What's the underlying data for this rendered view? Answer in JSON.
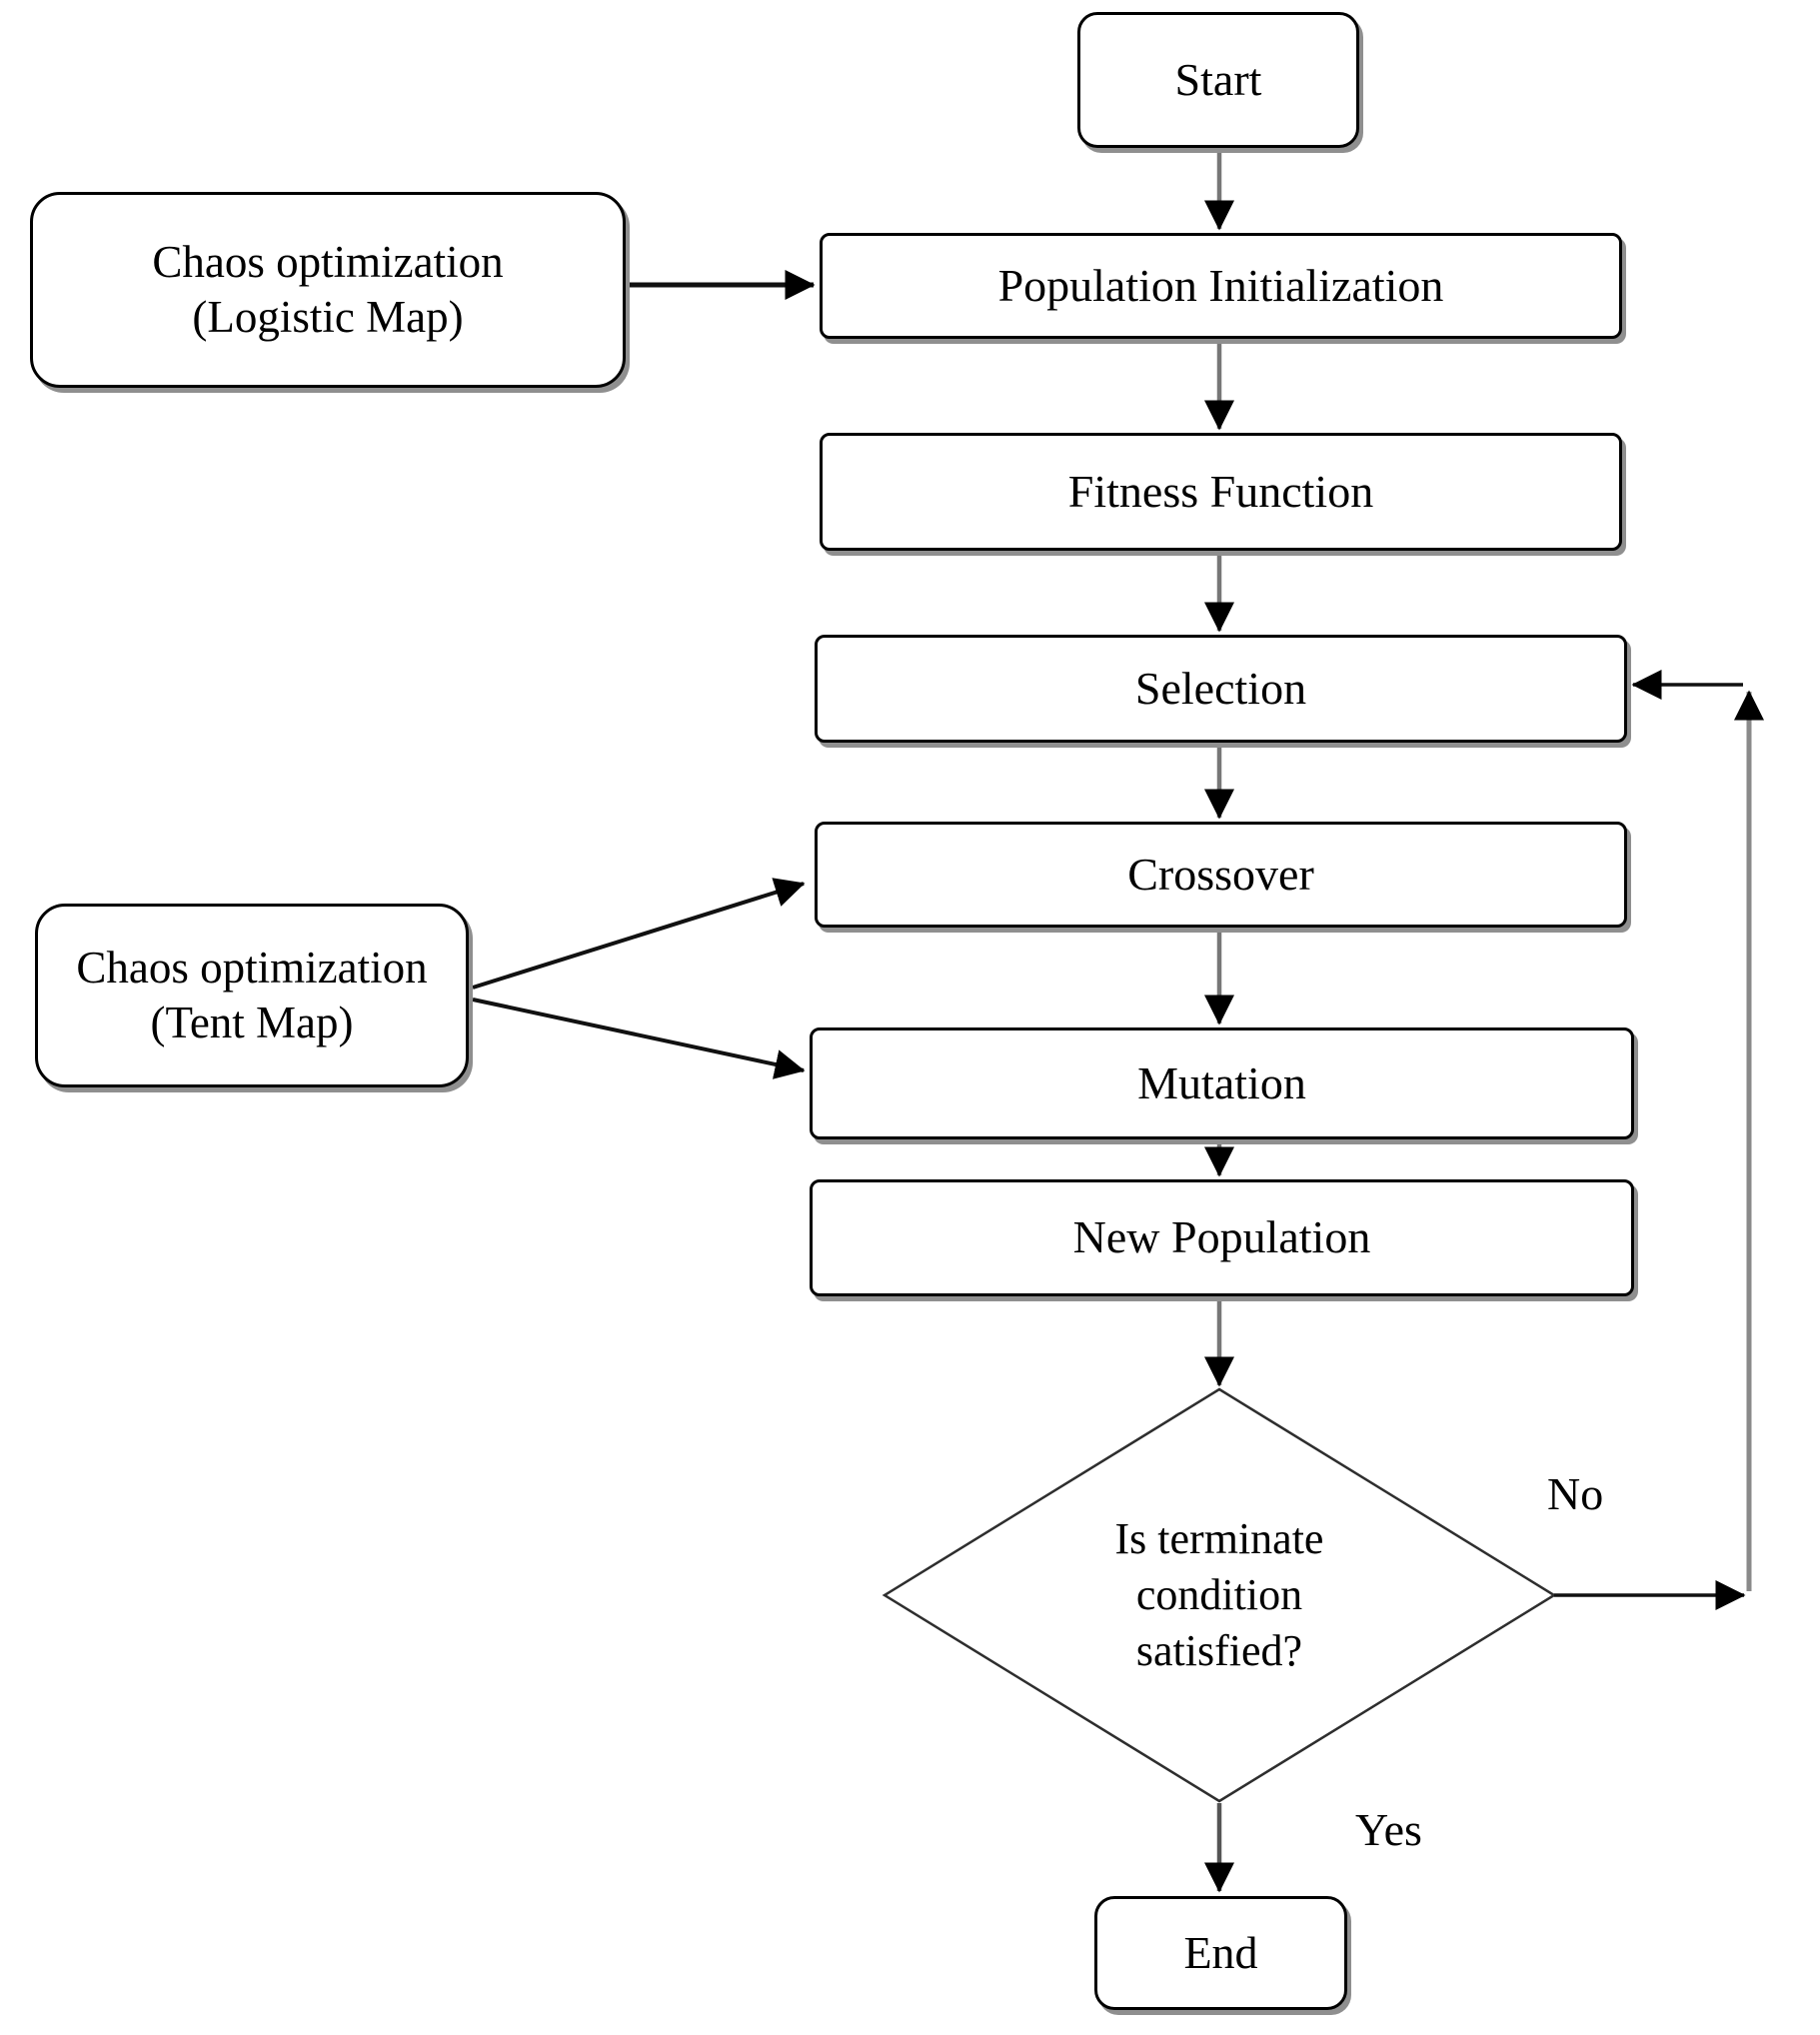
{
  "diagram": {
    "type": "flowchart",
    "description": "Chaos-enhanced genetic algorithm flowchart",
    "colors": {
      "background": "#ffffff",
      "node_fill": "#ffffff",
      "node_border": "#000000",
      "node_shadow": "#8f8f8f",
      "connector_gray": "#777777",
      "connector_black": "#111111",
      "text": "#000000"
    },
    "nodes": {
      "start": {
        "label": "Start",
        "shape": "rounded-rect"
      },
      "chaos_logistic": {
        "label": "Chaos optimization\n(Logistic Map)",
        "shape": "rounded-rect"
      },
      "population_initialization": {
        "label": "Population Initialization",
        "shape": "rect"
      },
      "fitness_function": {
        "label": "Fitness Function",
        "shape": "rect"
      },
      "selection": {
        "label": "Selection",
        "shape": "rect"
      },
      "crossover": {
        "label": "Crossover",
        "shape": "rect"
      },
      "chaos_tent": {
        "label": "Chaos optimization\n(Tent Map)",
        "shape": "rounded-rect"
      },
      "mutation": {
        "label": "Mutation",
        "shape": "rect"
      },
      "new_population": {
        "label": "New Population",
        "shape": "rect"
      },
      "terminate_decision": {
        "label": "Is terminate\ncondition\nsatisfied?",
        "shape": "diamond"
      },
      "end": {
        "label": "End",
        "shape": "rounded-rect"
      }
    },
    "labels": {
      "no": "No",
      "yes": "Yes"
    },
    "edges": [
      {
        "from": "start",
        "to": "population_initialization",
        "label": ""
      },
      {
        "from": "chaos_logistic",
        "to": "population_initialization",
        "label": ""
      },
      {
        "from": "population_initialization",
        "to": "fitness_function",
        "label": ""
      },
      {
        "from": "fitness_function",
        "to": "selection",
        "label": ""
      },
      {
        "from": "selection",
        "to": "crossover",
        "label": ""
      },
      {
        "from": "chaos_tent",
        "to": "crossover",
        "label": ""
      },
      {
        "from": "chaos_tent",
        "to": "mutation",
        "label": ""
      },
      {
        "from": "crossover",
        "to": "mutation",
        "label": ""
      },
      {
        "from": "mutation",
        "to": "new_population",
        "label": ""
      },
      {
        "from": "new_population",
        "to": "terminate_decision",
        "label": ""
      },
      {
        "from": "terminate_decision",
        "to": "selection",
        "label": "No"
      },
      {
        "from": "terminate_decision",
        "to": "end",
        "label": "Yes"
      }
    ]
  }
}
